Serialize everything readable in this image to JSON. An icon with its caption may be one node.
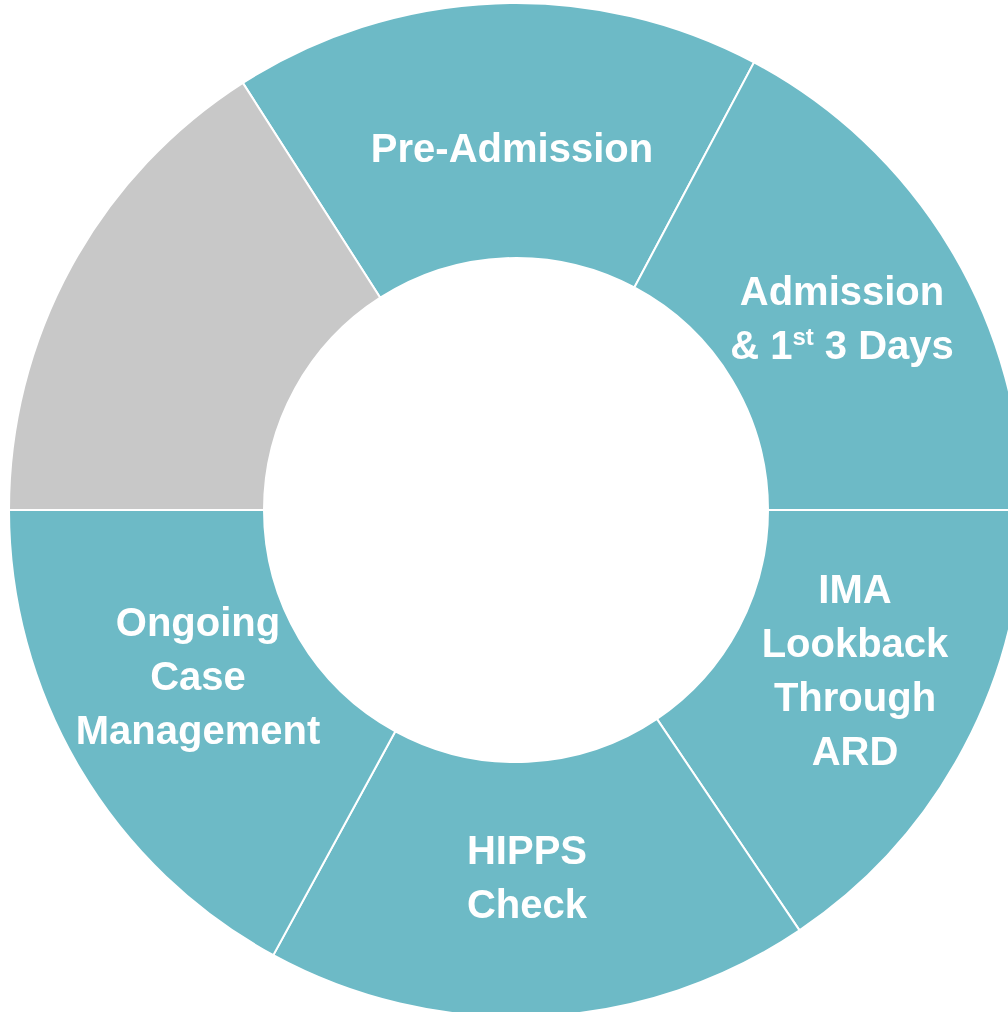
{
  "diagram": {
    "nodes": [
      {
        "text": [
          "Pre-Admission"
        ]
      },
      {
        "text": [
          "Admission & 1$^{st}$ 3 Days"
        ]
      },
      {
        "text": [
          "IMA Lookback Through ARD"
        ]
      },
      {
        "text": [
          "HIPPS Check"
        ]
      },
      {
        "text": [
          "Ongoing Case Management"
        ]
      },
      {
        "text": [],
        "shape": "wedge"
      }
    ]
  }
}
